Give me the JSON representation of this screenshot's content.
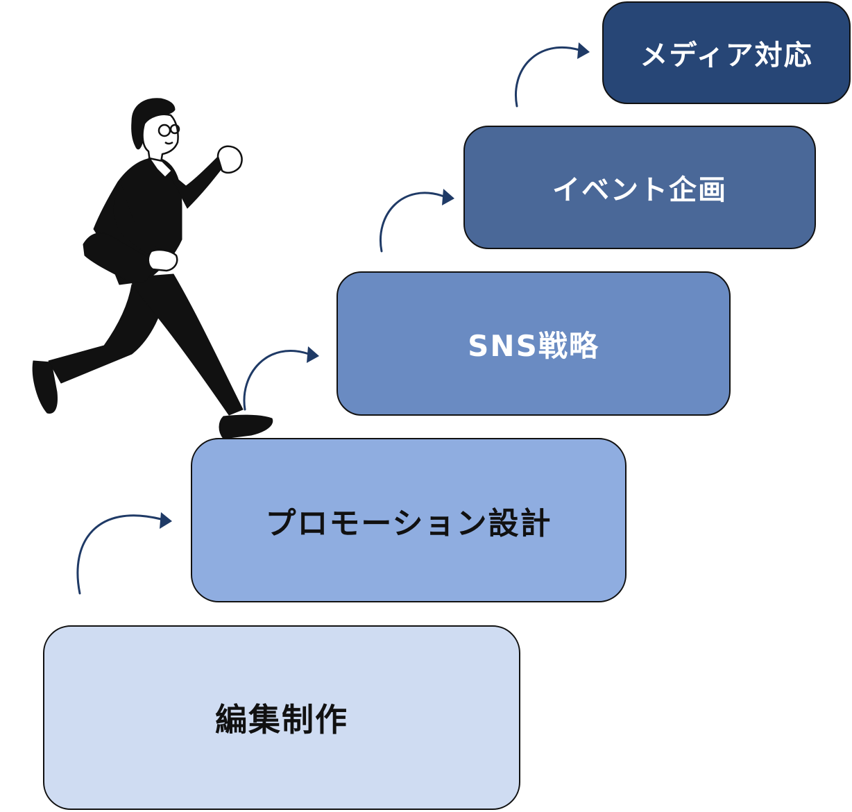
{
  "steps": [
    {
      "label": "編集制作",
      "fill": "#cfdcf2",
      "text_color": "#111111"
    },
    {
      "label": "プロモーション設計",
      "fill": "#8fade0",
      "text_color": "#111111"
    },
    {
      "label": "SNS戦略",
      "fill": "#6a8bc2",
      "text_color": "#ffffff"
    },
    {
      "label": "イベント企画",
      "fill": "#4a6898",
      "text_color": "#ffffff"
    },
    {
      "label": "メディア対応",
      "fill": "#274676",
      "text_color": "#ffffff"
    }
  ],
  "colors": {
    "arrow": "#1f3a66",
    "figure": "#111111",
    "outline": "#111111"
  },
  "icons": {
    "arrow": "curved-arrow-icon",
    "figure": "running-businessman-icon"
  }
}
